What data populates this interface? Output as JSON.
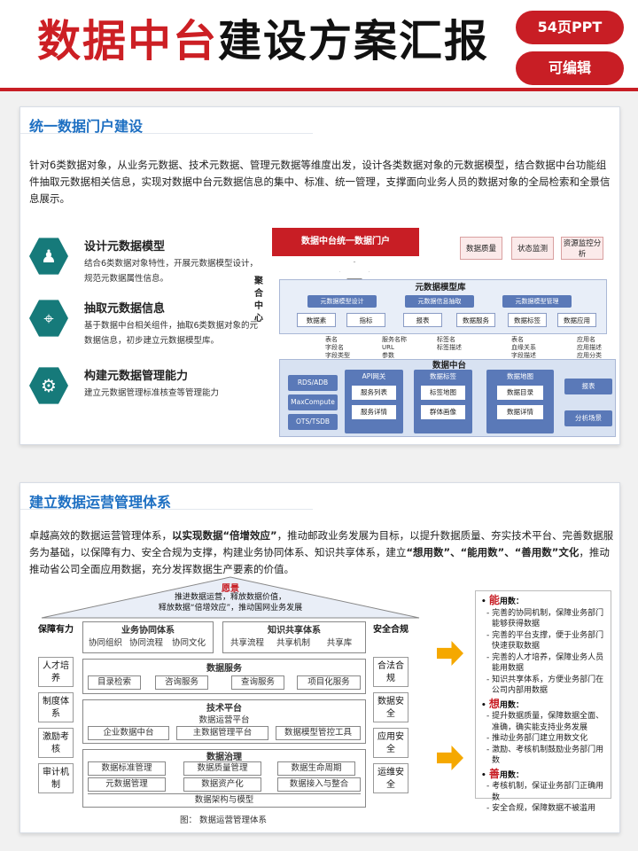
{
  "header": {
    "title_red": "数据中台",
    "title_black": "建设方案汇报",
    "badge1": "54页PPT",
    "badge2": "可编辑"
  },
  "section1": {
    "title": "统一数据门户建设",
    "intro": "针对6类数据对象，从业务元数据、技术元数据、管理元数据等维度出发，设计各类数据对象的元数据模型，结合数据中台功能组件抽取元数据相关信息，实现对数据中台元数据信息的集中、标准、统一管理，支撑面向业务人员的数据对象的全局检索和全景信息展示。",
    "features": [
      {
        "title": "设计元数据模型",
        "desc": "结合6类数据对象特性，开展元数据模型设计，规范元数据属性信息。"
      },
      {
        "title": "抽取元数据信息",
        "desc": "基于数据中台相关组件，抽取6类数据对象的元数据信息，初步建立元数据模型库。"
      },
      {
        "title": "构建元数据管理能力",
        "desc": "建立元数据管理标准核查等管理能力"
      }
    ],
    "diagram": {
      "portal": "数据中台统一数据门户",
      "side_boxes": [
        "数据质量",
        "状态监测",
        "资源监控分析"
      ],
      "left_label": "聚合中心",
      "lib_title": "元数据模型库",
      "lib_items": [
        "元数据模型设计",
        "元数据信息抽取",
        "元数据模型管理"
      ],
      "objects": [
        "数据素",
        "指标",
        "报表",
        "数据服务",
        "数据标签",
        "数据应用"
      ],
      "attr_groups": [
        [
          "表名",
          "字段名",
          "字段类型"
        ],
        [
          "服务名称",
          "URL",
          "参数"
        ],
        [
          "标签名",
          "标签描述"
        ],
        [
          "表名",
          "血缘关系",
          "字段描述"
        ],
        [
          "应用名",
          "应用描述",
          "应用分类"
        ]
      ],
      "platform": "数据中台",
      "col1": [
        "RDS/ADB",
        "MaxCompute",
        "OTS/TSDB"
      ],
      "col2_title": "API网关",
      "col2": [
        "服务列表",
        "服务详情"
      ],
      "col3_title": "数据标签",
      "col3": [
        "标签地图",
        "群体画像"
      ],
      "col4_title": "数据地图",
      "col4": [
        "数据目录",
        "数据详情"
      ],
      "col5": [
        "报表",
        "分析场景"
      ]
    }
  },
  "section2": {
    "title": "建立数据运营管理体系",
    "intro_parts": [
      {
        "t": "卓越高效的数据运营管理体系，",
        "b": false
      },
      {
        "t": "以实现数据“倍增效应”",
        "b": true
      },
      {
        "t": "，推动邮政业务发展为目标，以提升数据质量、夯实技术平台、完善数据服务为基础，以保障有力、安全合规为支撑，构建业务协同体系、知识共享体系，建立",
        "b": false
      },
      {
        "t": "“想用数”、“能用数”、“善用数”文化",
        "b": true
      },
      {
        "t": "，推动推动省公司全面应用数据，充分发挥数据生产要素的价值。",
        "b": false
      }
    ],
    "house": {
      "vision_title": "愿景",
      "vision_lines": [
        "推进数据运营，释放数据价值，",
        "释放数据“倍增效应”，推动国网业务发展"
      ],
      "left_head": "保障有力",
      "left_items": [
        "人才培养",
        "制度体系",
        "激励考核",
        "审计机制"
      ],
      "biz_title": "业务协同体系",
      "biz_items": [
        "协同组织",
        "协同流程",
        "协同文化"
      ],
      "know_title": "知识共享体系",
      "know_items": [
        "共享流程",
        "共享机制",
        "共享库"
      ],
      "safe_head": "安全合规",
      "right_items": [
        "合法合规",
        "数据安全",
        "应用安全",
        "运维安全"
      ],
      "svc_title": "数据服务",
      "svc_items": [
        "目录检索",
        "咨询服务",
        "查询服务",
        "项目化服务"
      ],
      "tech_title": "技术平台",
      "tech_sub": "数据运营平台",
      "tech_items": [
        "企业数据中台",
        "主数据管理平台",
        "数据模型管控工具"
      ],
      "gov_title": "数据治理",
      "gov_items": [
        "数据标准管理",
        "数据质量管理",
        "数据生命周期",
        "元数据管理",
        "数据资产化",
        "数据接入与整合"
      ],
      "gov_bottom": "数据架构与模型",
      "caption": "图：  数据运营管理体系"
    },
    "right_panel": [
      {
        "key": "能",
        "rest": "用数：",
        "items": [
          "完善的协同机制，保障业务部门能够获得数据",
          "完善的平台支撑，便于业务部门快速获取数据",
          "完善的人才培养，保障业务人员能用数据",
          "知识共享体系，方便业务部门在公司内部用数据"
        ]
      },
      {
        "key": "想",
        "rest": "用数：",
        "items": [
          "提升数据质量，保障数据全面、准确，确实能支持业务发展",
          "推动业务部门建立用数文化",
          "激励、考核机制鼓励业务部门用数"
        ]
      },
      {
        "key": "善",
        "rest": "用数：",
        "items": [
          "考核机制，保证业务部门正确用数",
          "安全合规，保障数据不被滥用"
        ]
      }
    ],
    "colors": {
      "accent": "#c81e25",
      "blue": "#1d6fc2",
      "teal": "#167a7a",
      "orange": "#f5a800"
    }
  }
}
